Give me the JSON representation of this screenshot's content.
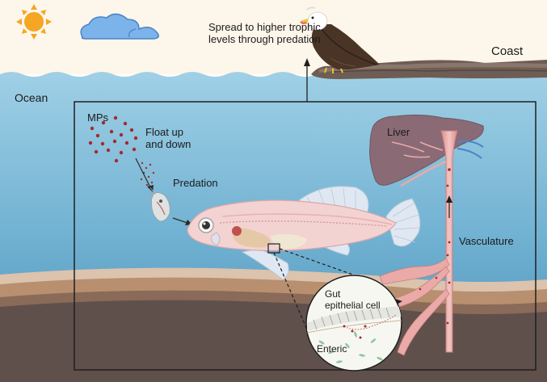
{
  "labels": {
    "spread": "Spread to higher trophic levels through predation",
    "coast": "Coast",
    "ocean": "Ocean",
    "mps": "MPs",
    "float": "Float up and down",
    "predation": "Predation",
    "liver": "Liver",
    "vasculature": "Vasculature",
    "gut": "Gut epithelial cell",
    "enteric": "Enteric"
  },
  "icons": [
    "sun-icon",
    "cloud-icon",
    "eagle-icon",
    "fish-icon",
    "zooplankton-icon",
    "liver-icon",
    "blood-vessel-icon",
    "gut-magnifier-icon"
  ],
  "colors": {
    "sky": "#fdf6ea",
    "ocean_top": "#9fd0e6",
    "ocean_bottom": "#4a8fb6",
    "sediment_light": "#c7a486",
    "sediment_dark": "#5f504b",
    "microplastic": "#a42a2a",
    "vessel": "#e9aaa8",
    "liver": "#8a6b75",
    "fish": "#f3d2d2",
    "fins": "#dfe8f2",
    "sun": "#f5a623",
    "cloud": "#7cb3ea"
  }
}
